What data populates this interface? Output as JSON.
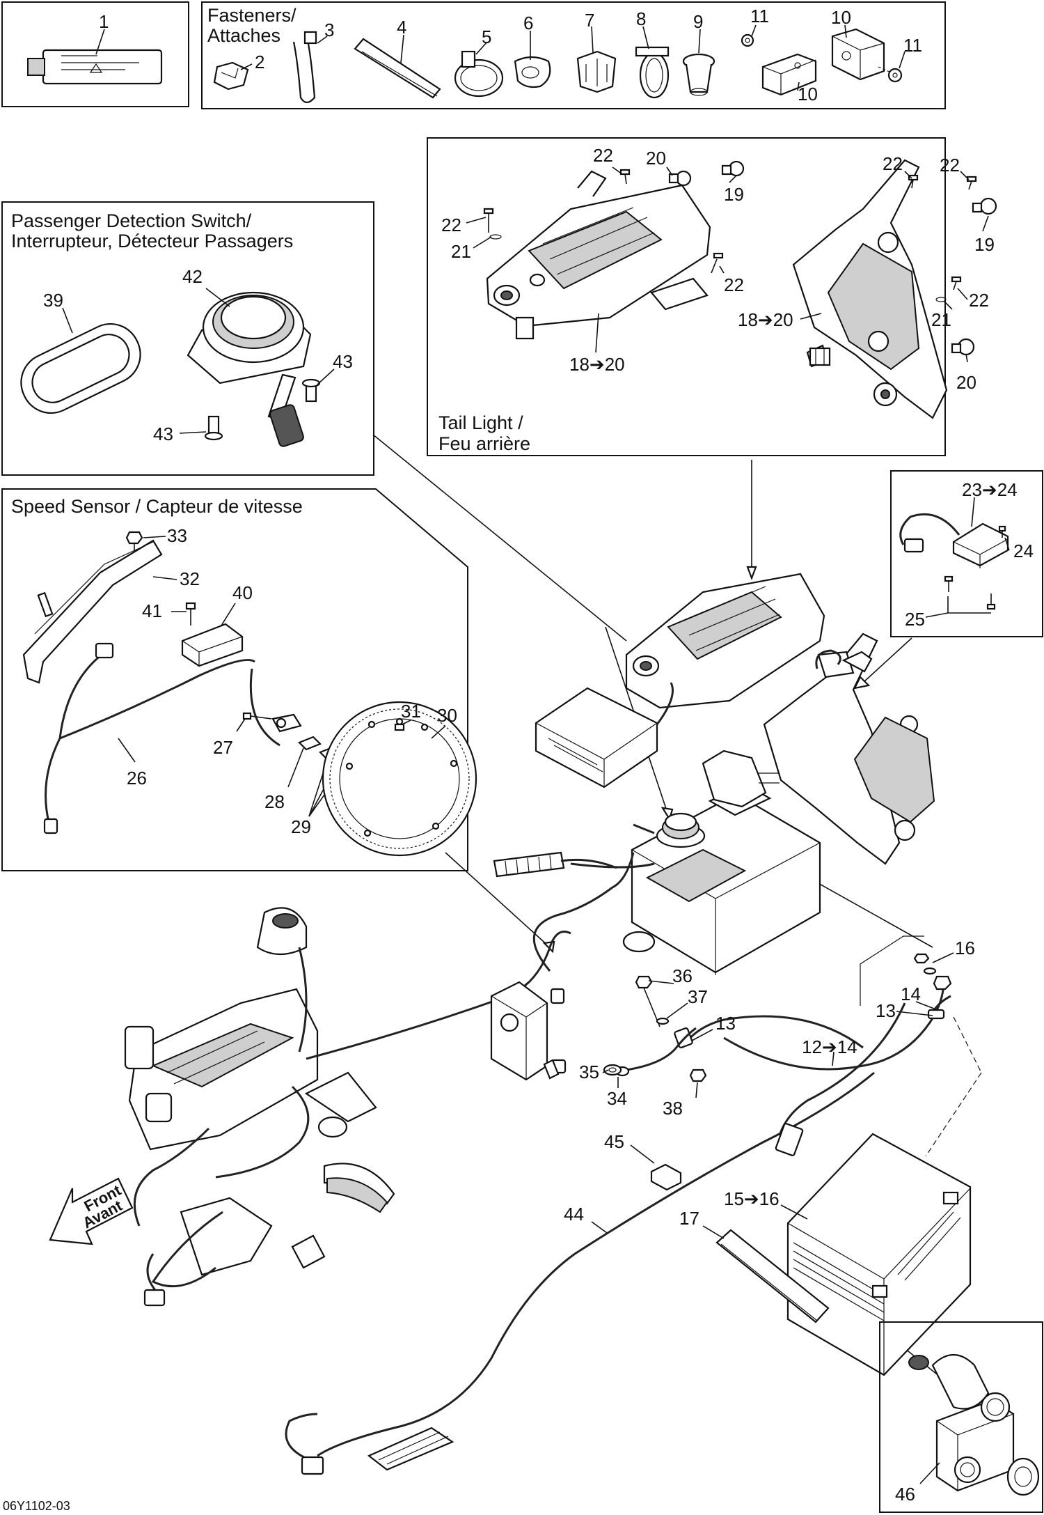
{
  "panels": {
    "fasteners_title_line1": "Fasteners/",
    "fasteners_title_line2": "Attaches",
    "passenger_title_line1": "Passenger Detection Switch/",
    "passenger_title_line2": "Interrupteur, Détecteur Passagers",
    "speed_sensor_title": "Speed Sensor / Capteur de vitesse",
    "tail_light_title_line1": "Tail Light /",
    "tail_light_title_line2": "Feu arrière"
  },
  "direction_arrow": {
    "line1": "Front",
    "line2": "Avant"
  },
  "drawing_code": "06Y1102-03",
  "callouts": {
    "c1": "1",
    "c2": "2",
    "c3": "3",
    "c4": "4",
    "c5": "5",
    "c6": "6",
    "c7": "7",
    "c8": "8",
    "c9": "9",
    "c10a": "10",
    "c10b": "10",
    "c11a": "11",
    "c11b": "11",
    "c12": "12➔14",
    "c13a": "13",
    "c13b": "13",
    "c14": "14",
    "c15": "15➔16",
    "c16": "16",
    "c17": "17",
    "c18a": "18➔20",
    "c18b": "18➔20",
    "c19a": "19",
    "c19b": "19",
    "c20a": "20",
    "c20b": "20",
    "c21a": "21",
    "c21b": "21",
    "c22a": "22",
    "c22b": "22",
    "c22c": "22",
    "c22d": "22",
    "c22e": "22",
    "c22f": "22",
    "c23": "23➔24",
    "c24": "24",
    "c25": "25",
    "c26": "26",
    "c27": "27",
    "c28": "28",
    "c29": "29",
    "c30": "30",
    "c31": "31",
    "c32": "32",
    "c33": "33",
    "c34": "34",
    "c35": "35",
    "c36": "36",
    "c37": "37",
    "c38": "38",
    "c39": "39",
    "c40": "40",
    "c41": "41",
    "c42": "42",
    "c43a": "43",
    "c43b": "43",
    "c44": "44",
    "c45": "45",
    "c46": "46"
  }
}
